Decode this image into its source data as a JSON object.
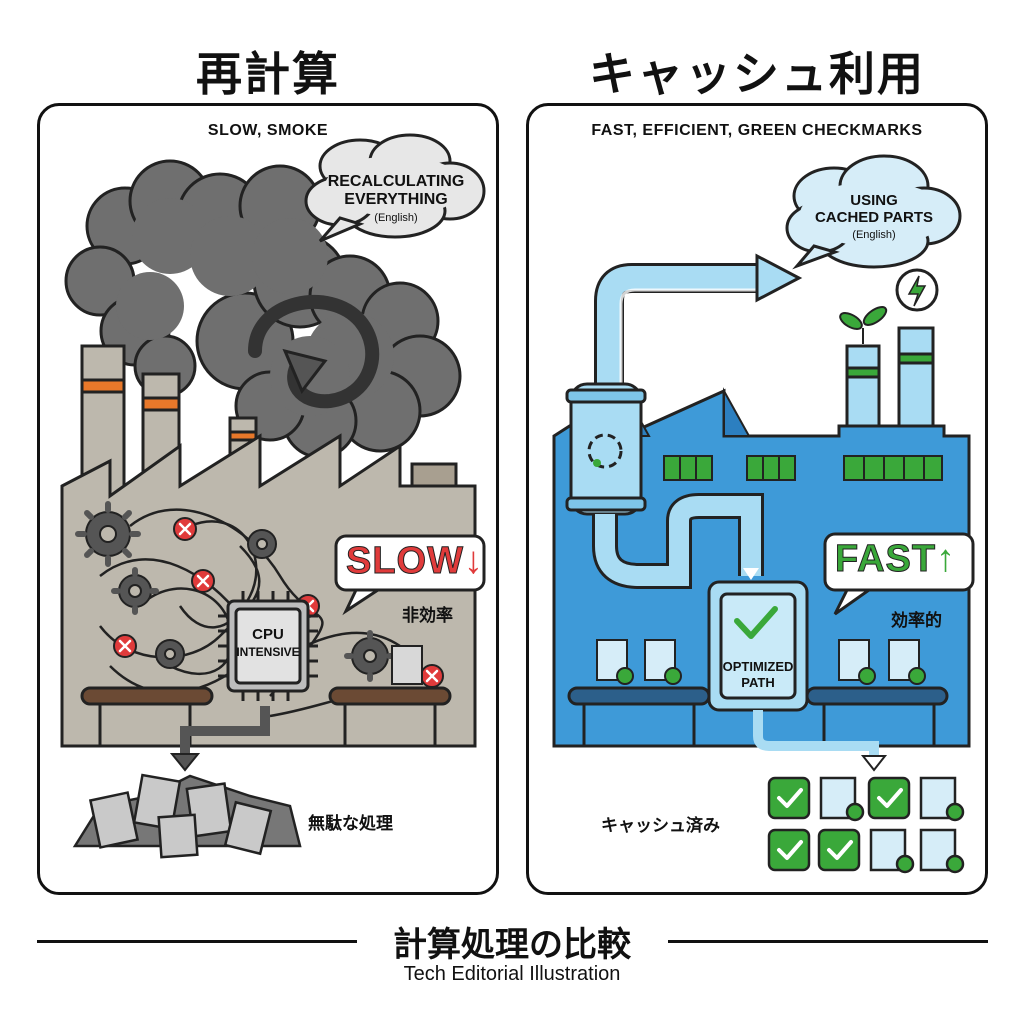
{
  "left": {
    "heading": "再計算",
    "caption": "SLOW, SMOKE",
    "bubble_line1": "RECALCULATING",
    "bubble_line2": "EVERYTHING",
    "bubble_note": "(English)",
    "speed_label": "SLOW",
    "speed_arrow": "↓",
    "efficiency_label": "非効率",
    "chip_line1": "CPU",
    "chip_line2": "INTENSIVE",
    "waste_label": "無駄な処理"
  },
  "right": {
    "heading": "キャッシュ利用",
    "caption": "FAST, EFFICIENT, GREEN CHECKMARKS",
    "bubble_line1": "USING",
    "bubble_line2": "CACHED PARTS",
    "bubble_note": "(English)",
    "speed_label": "FAST",
    "speed_arrow": "↑",
    "efficiency_label": "効率的",
    "module_line1": "OPTIMIZED",
    "module_line2": "PATH",
    "cached_label": "キャッシュ済み"
  },
  "footer": {
    "title": "計算処理の比較",
    "subtitle": "Tech Editorial Illustration"
  },
  "colors": {
    "smoke": "#6f6f6f",
    "factory_gray": "#bdb8ad",
    "stripe_orange": "#e8782a",
    "error_red": "#e03b3b",
    "factory_blue": "#3e9ad8",
    "pipe_blue": "#a9dcf3",
    "check_green": "#3aa83a",
    "roof_blue": "#2c7fc0"
  },
  "icons": [
    "gear-icon",
    "error-x-icon",
    "down-arrow-icon",
    "up-arrow-icon",
    "checkmark-icon",
    "document-icon",
    "leaf-icon",
    "lightning-icon",
    "cycle-icon",
    "curl-arrow-icon"
  ]
}
